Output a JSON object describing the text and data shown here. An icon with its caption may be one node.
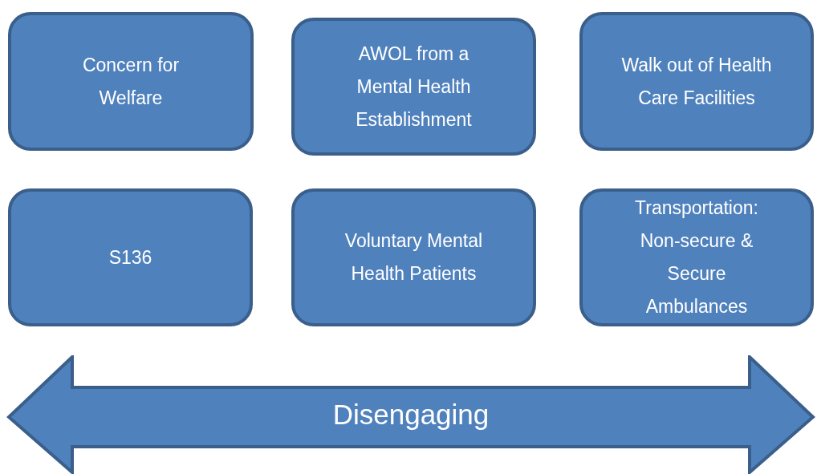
{
  "diagram": {
    "nodes": [
      {
        "text": [
          "Concern for Welfare"
        ]
      },
      {
        "text": [
          "AWOL from a Mental Health Establishment"
        ]
      },
      {
        "text": [
          "Walk out of Health Care Facilities"
        ]
      },
      {
        "text": [
          "S136"
        ]
      },
      {
        "text": [
          "Voluntary Mental Health Patients"
        ]
      },
      {
        "text": [
          "Transportation: Non-secure & Secure Ambulances"
        ]
      },
      {
        "text": [
          "Disengaging"
        ]
      }
    ]
  }
}
